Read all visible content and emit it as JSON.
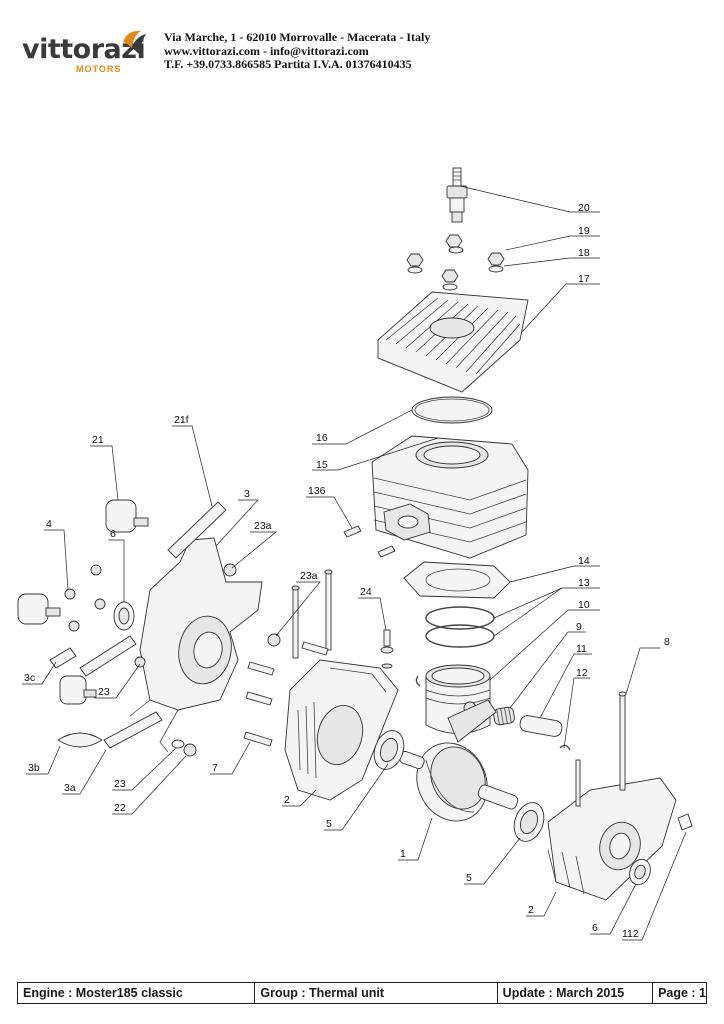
{
  "company": {
    "logo_text": "vittorazi",
    "logo_sub": "MOTORS",
    "address_line": "Via Marche, 1 - 62010 Morrovalle - Macerata - Italy",
    "web_line": "www.vittorazi.com - info@vittorazi.com",
    "phone_line": "T.F. +39.0733.866585  Partita I.V.A.  01376410435",
    "brand_color": "#e48a14"
  },
  "callouts": {
    "c20": "20",
    "c19": "19",
    "c18": "18",
    "c17": "17",
    "c16": "16",
    "c15": "15",
    "c136": "136",
    "c21f": "21f",
    "c21": "21",
    "c3": "3",
    "c4": "4",
    "c6a": "6",
    "c23a_1": "23a",
    "c23a_2": "23a",
    "c24": "24",
    "c14": "14",
    "c13": "13",
    "c10": "10",
    "c9": "9",
    "c11": "11",
    "c12": "12",
    "c8": "8",
    "c3c": "3c",
    "c23_1": "23",
    "c3b": "3b",
    "c3a": "3a",
    "c23_2": "23",
    "c22": "22",
    "c7": "7",
    "c2a": "2",
    "c5a": "5",
    "c1": "1",
    "c5b": "5",
    "c2b": "2",
    "c6b": "6",
    "c112": "112"
  },
  "footer": {
    "engine": "Engine : Moster185 classic",
    "group": "Group : Thermal unit",
    "update": "Update : March 2015",
    "page": "Page : 1"
  }
}
